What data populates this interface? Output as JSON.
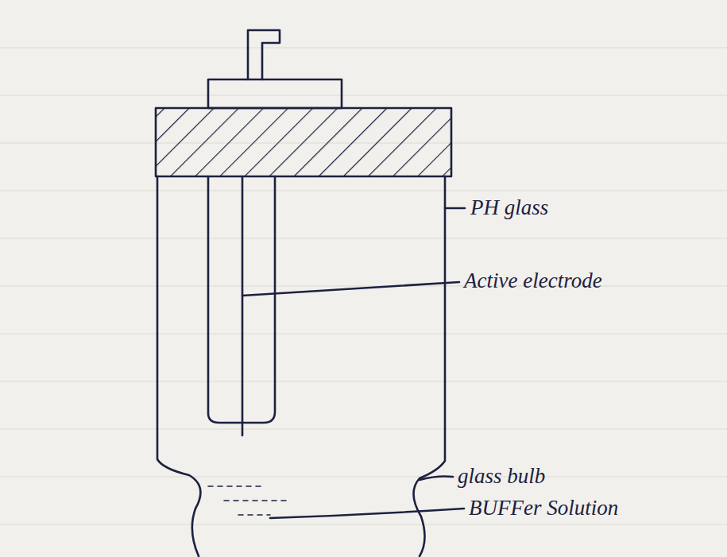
{
  "diagram": {
    "labels": [
      "PH glass",
      "Active electrode",
      "glass bulb",
      "BUFFer Solution"
    ]
  }
}
